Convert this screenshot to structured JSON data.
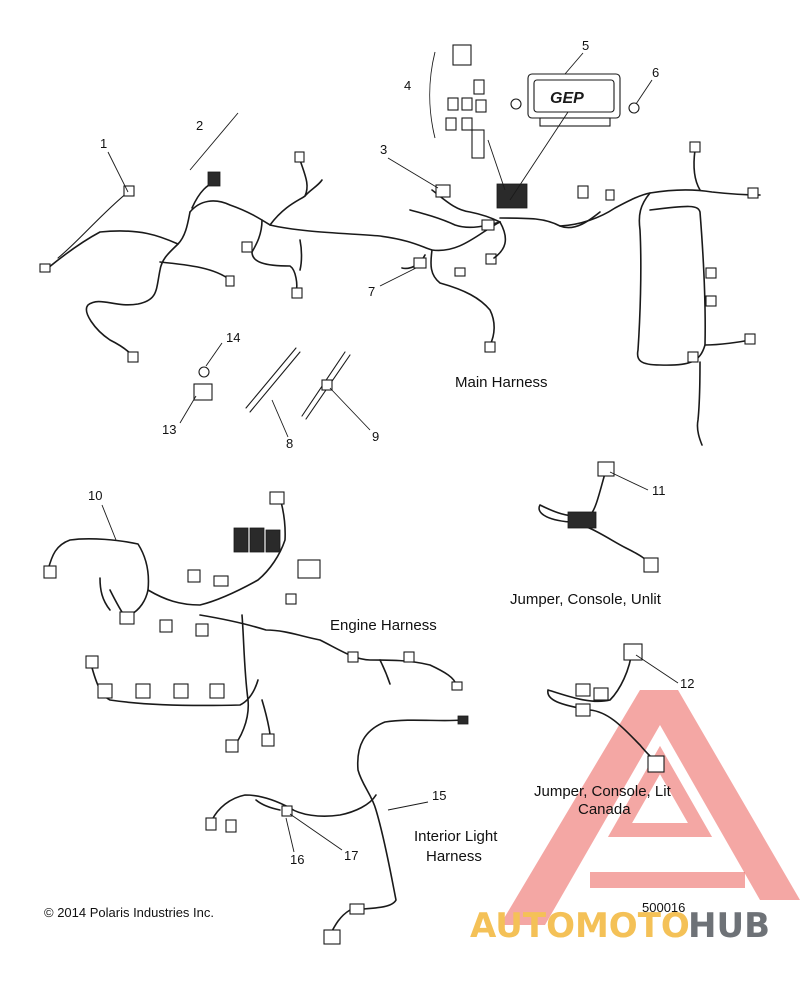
{
  "callouts": [
    "1",
    "2",
    "3",
    "4",
    "5",
    "6",
    "7",
    "8",
    "9",
    "10",
    "11",
    "12",
    "13",
    "14",
    "15",
    "16",
    "17"
  ],
  "labels": {
    "main_harness": "Main Harness",
    "engine_harness": "Engine Harness",
    "jumper_unlit": "Jumper, Console, Unlit",
    "jumper_lit_line1": "Jumper, Console, Lit",
    "jumper_lit_line2": "Canada",
    "interior_line1": "Interior Light",
    "interior_line2": "Harness"
  },
  "module_text": "GEP",
  "copyright": "© 2014 Polaris Industries Inc.",
  "drawing_number": "500016",
  "watermark": {
    "part1": "AUTOMOTO",
    "part2": "HUB",
    "color_triangle": "#e8423d",
    "color_part1": "#f3b73a",
    "color_part2": "#555a60"
  }
}
